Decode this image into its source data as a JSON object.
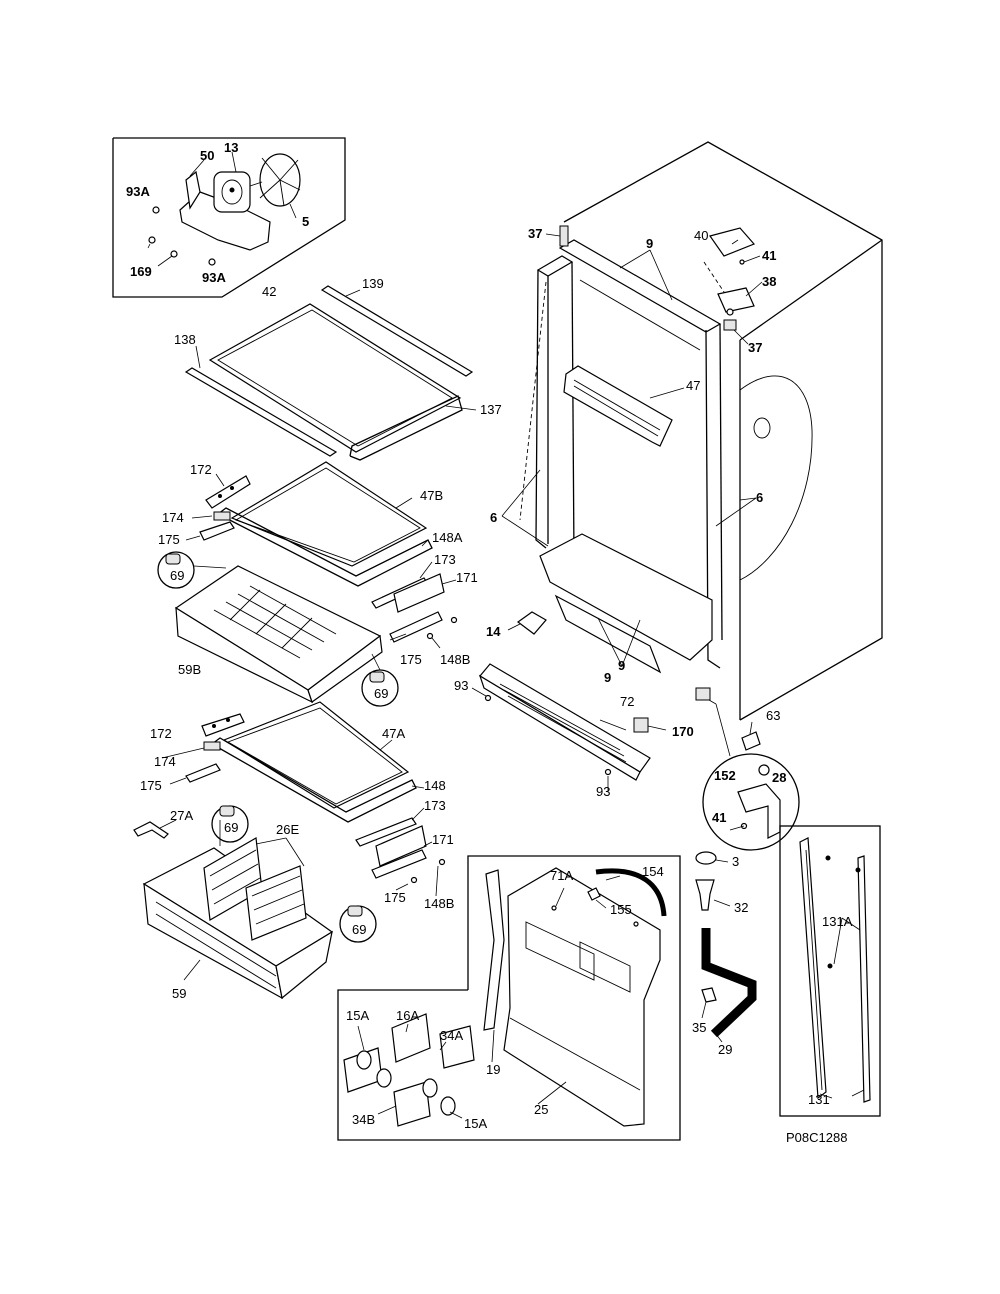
{
  "diagram_code": "P08C1288",
  "labels": {
    "l50": "50",
    "l13": "13",
    "l93a_1": "93A",
    "l5": "5",
    "l169": "169",
    "l93a_2": "93A",
    "l139": "139",
    "l42": "42",
    "l138": "138",
    "l137": "137",
    "l172_1": "172",
    "l47b": "47B",
    "l174_1": "174",
    "l148a": "148A",
    "l175_1": "175",
    "l69_1": "69",
    "l173_1": "173",
    "l171_1": "171",
    "l59b": "59B",
    "l175_2": "175",
    "l148b_1": "148B",
    "l69_2": "69",
    "l172_2": "172",
    "l47a": "47A",
    "l174_2": "174",
    "l175_3": "175",
    "l148": "148",
    "l27a": "27A",
    "l69_3": "69",
    "l173_2": "173",
    "l26e": "26E",
    "l171_2": "171",
    "l175_4": "175",
    "l148b_2": "148B",
    "l69_4": "69",
    "l59": "59",
    "l37_1": "37",
    "l9_1": "9",
    "l40": "40",
    "l41_1": "41",
    "l38": "38",
    "l37_2": "37",
    "l47": "47",
    "l6_1": "6",
    "l6_2": "6",
    "l14": "14",
    "l9_2": "9",
    "l9_3": "9",
    "l93_1": "93",
    "l72": "72",
    "l170": "170",
    "l93_2": "93",
    "l63": "63",
    "l152": "152",
    "l28": "28",
    "l41_2": "41",
    "l3": "3",
    "l32": "32",
    "l35": "35",
    "l29": "29",
    "l154": "154",
    "l71a": "71A",
    "l155": "155",
    "l19": "19",
    "l25": "25",
    "l15a_1": "15A",
    "l16a": "16A",
    "l34a": "34A",
    "l34b": "34B",
    "l15a_2": "15A",
    "l131a": "131A",
    "l131": "131"
  }
}
